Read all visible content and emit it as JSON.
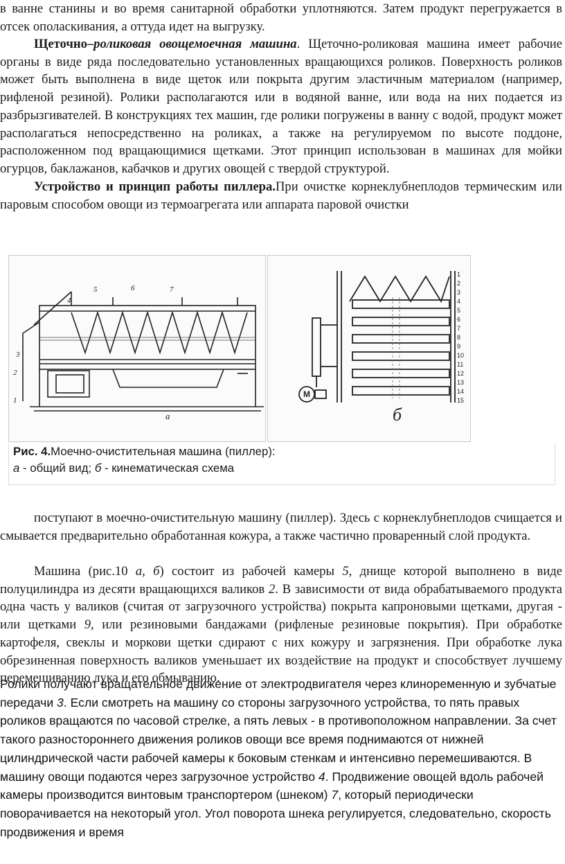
{
  "paragraphs": {
    "p0": "в ванне станины и во время санитарной обработки уплотняются. Затем продукт перегружается в отсек ополаскивания, а оттуда идет на выгрузку.",
    "p1_title_a": "Щеточно–",
    "p1_title_b": "роликовая овощемоечная машина",
    "p1_text": ". Щеточно-роликовая машина имеет рабочие органы в виде ряда последовательно установленных вращающихся роликов. Поверхность роликов может быть выполнена в виде щеток или покрыта другим эластичным материалом (например, рифленой резиной). Ролики располагаются или в водяной ванне, или вода на них подается из разбрызгивателей. В конструкциях тех машин, где ролики погружены в ванну с водой, продукт может располагаться непосредственно на роликах, а также на регулируемом по высоте поддоне, расположенном под вращающимися щетками. Этот принцип использован в машинах для мойки огурцов, баклажанов, кабачков и других овощей с твердой структурой.",
    "p2_title": "Устройство и принцип работы пиллера.",
    "p2_text": "При очистке корнеклубнеплодов термическим или паровым способом овощи из термоагрегата или аппарата паровой очистки",
    "p3": "поступают в моечно-очистительную машину (пиллер). Здесь с корнеклубнеплодов счищается и смывается предварительно обработанная кожура, а также частично проваренный слой продукта.",
    "p4_a": "Машина (рис.10 ",
    "p4_i1": "а, б",
    "p4_b": ") состоит из рабочей камеры ",
    "p4_i2": "5",
    "p4_c": ", днище которой выполнено в виде полуцилиндра из десяти вращающихся валиков ",
    "p4_i3": "2",
    "p4_d": ". В зависимости от вида обрабатываемого продукта одна часть у валиков (считая от загрузочного устройства) покрыта капроновыми щетками, другая - или щетками ",
    "p4_i4": "9",
    "p4_e": ", или резиновыми бандажами (рифленые резиновые покрытия). При обработке картофеля, свеклы и моркови щетки сдирают с них кожуру и загрязнения. При обработке лука обрезиненная поверхность валиков уменьшает их воздействие на продукт и способствует лучшему перемешиванию лука и его обмыванию.",
    "p5_a": "Ролики получают вращательное движение от электродвигателя через клиноременную и зубчатые передачи ",
    "p5_i1": "3",
    "p5_b": ". Если смотреть на машину со стороны загрузочного устройства, то пять правых роликов вращаются по часовой стрелке, а пять левых - в противоположном направлении. За счет такого разностороннего движения роликов овощи все время поднимаются от нижней цилиндрической части рабочей камеры к боковым стенкам и интенсивно перемешиваются. В машину овощи подаются через загрузочное устройство ",
    "p5_i2": "4",
    "p5_c": ". Продвижение овощей вдоль рабочей камеры производится винтовым транспортером (шнеком) ",
    "p5_i3": "7",
    "p5_d": ", который периодически поворачивается на некоторый угол. Угол поворота шнека регулируется, следовательно, скорость продвижения и время"
  },
  "figure": {
    "caption_label": "Рис. 4.",
    "caption_title": "Моечно-очистительная машина (пиллер):",
    "caption_a": "а",
    "caption_a_text": " - общий вид; ",
    "caption_b": "б",
    "caption_b_text": " - кинематическая схема",
    "left_panel_label": "а",
    "right_panel_label": "б",
    "motor_label": "M",
    "left_callouts": [
      "1",
      "2",
      "3",
      "4",
      "5",
      "6",
      "7"
    ],
    "right_callouts": [
      "1",
      "2",
      "3",
      "4",
      "5",
      "6",
      "7",
      "8",
      "9",
      "10",
      "11",
      "12",
      "13",
      "14",
      "15"
    ]
  }
}
